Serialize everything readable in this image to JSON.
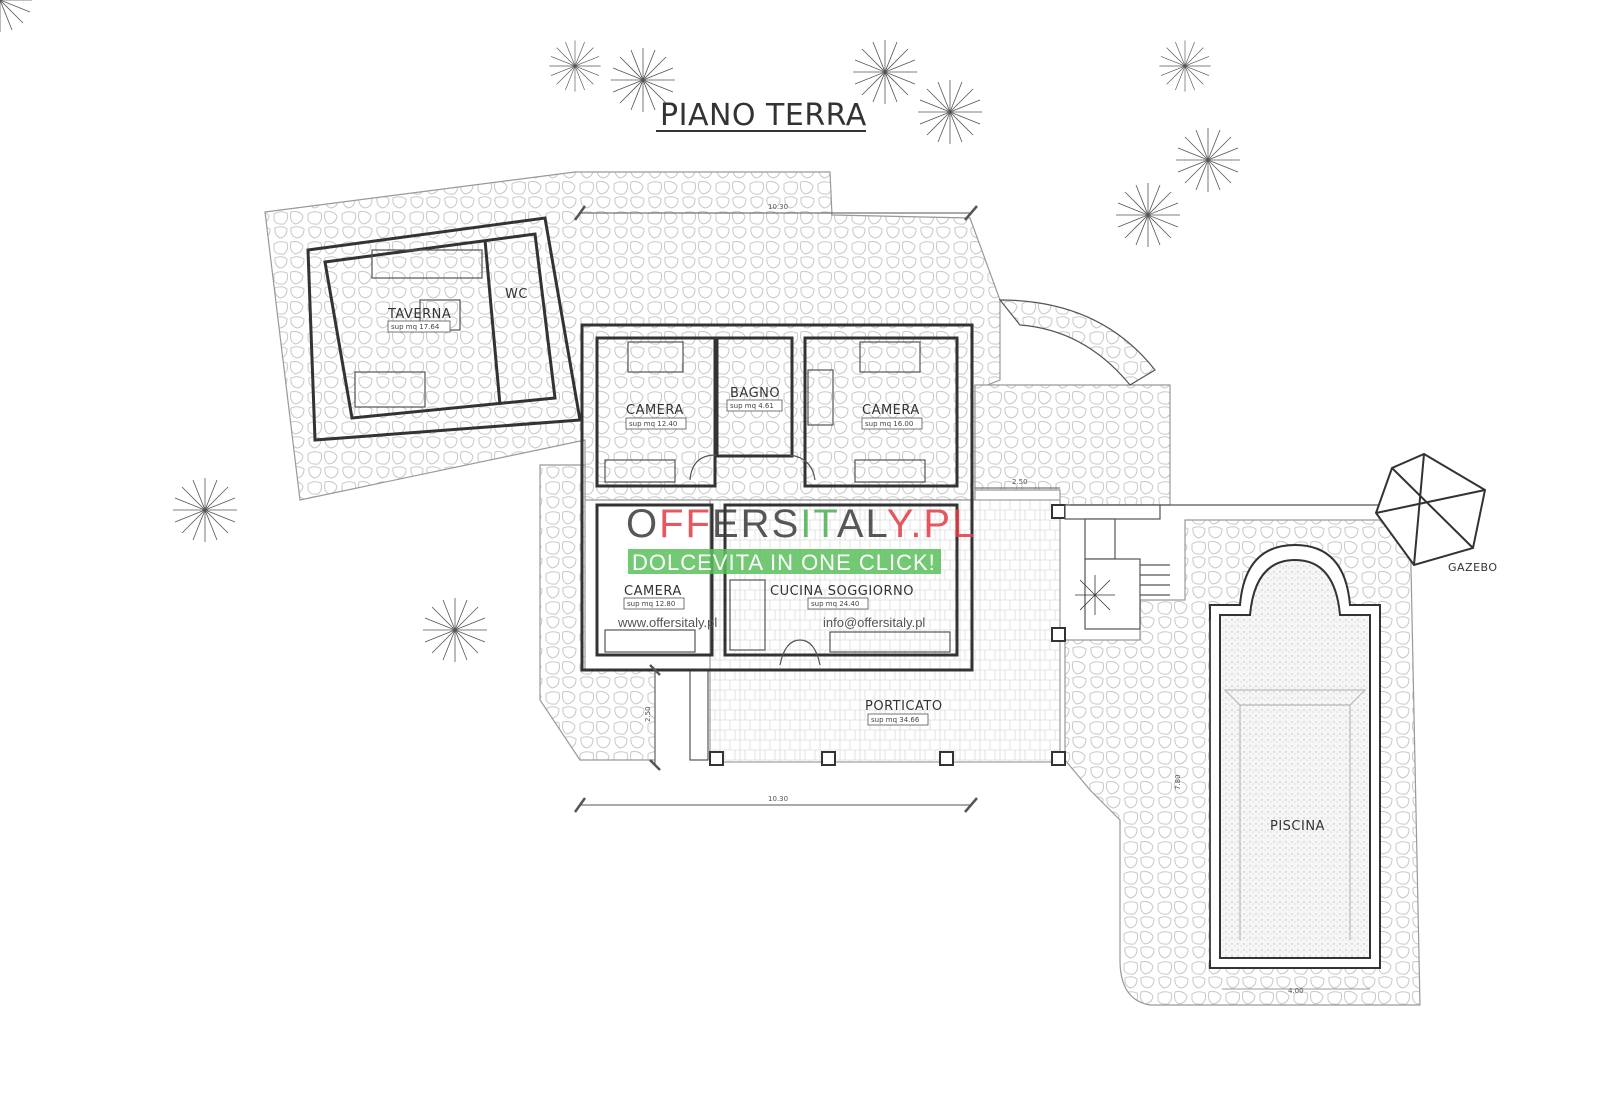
{
  "title": "PIANO TERRA",
  "rooms": {
    "taverna": {
      "name": "TAVERNA",
      "area": "sup mq 17.64"
    },
    "wc": {
      "name": "WC"
    },
    "camera1": {
      "name": "CAMERA",
      "area": "sup mq 12.40"
    },
    "bagno": {
      "name": "BAGNO",
      "area": "sup mq 4.61"
    },
    "camera2": {
      "name": "CAMERA",
      "area": "sup mq 16.00"
    },
    "camera3": {
      "name": "CAMERA",
      "area": "sup mq 12.80"
    },
    "cucina": {
      "name": "CUCINA SOGGIORNO",
      "area": "sup mq 24.40"
    },
    "porticato": {
      "name": "PORTICATO",
      "area": "sup mq 34.66"
    },
    "piscina": {
      "name": "PISCINA"
    },
    "gazebo": {
      "name": "GAZEBO"
    }
  },
  "dimensions": {
    "top": "10.30",
    "bottom": "10.30",
    "pool_width": "4.00",
    "pool_length": "7.80",
    "porch_depth": "2.50",
    "side": "2.50"
  },
  "watermark": {
    "parts": [
      {
        "text": "O",
        "color": "#3a3a3a"
      },
      {
        "text": "FF",
        "color": "#e23b45"
      },
      {
        "text": "ERS",
        "color": "#3a3a3a"
      },
      {
        "text": "IT",
        "color": "#4caf50"
      },
      {
        "text": "AL",
        "color": "#3a3a3a"
      },
      {
        "text": "Y.PL",
        "color": "#e23b45"
      }
    ],
    "tagline": "DOLCEVITA IN ONE CLICK!",
    "tagline_bg": "#5cbf5c",
    "website": "www.offersitaly.pl",
    "email": "info@offersitaly.pl"
  }
}
